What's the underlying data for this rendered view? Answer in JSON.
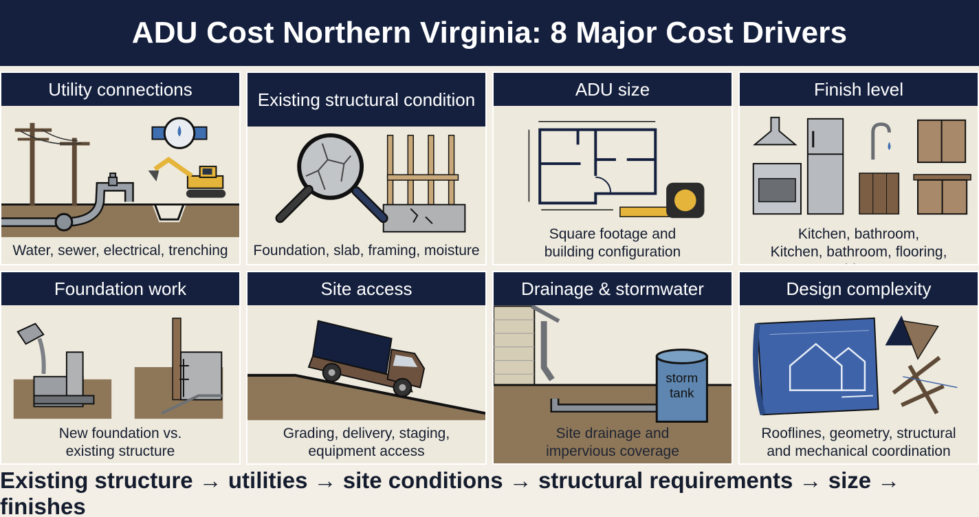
{
  "title": "ADU Cost Northern Virginia: 8 Major Cost Drivers",
  "cards": [
    {
      "title": "Utility connections",
      "caption": "Water, sewer, electrical, trenching",
      "icon": "utility-connections-illustration"
    },
    {
      "title": "Existing structural condition",
      "caption": "Foundation, slab, framing, moisture",
      "icon": "structural-inspection-illustration"
    },
    {
      "title": "ADU size",
      "caption": "Square footage and\nbuilding configuration",
      "icon": "floor-plan-illustration"
    },
    {
      "title": "Finish level",
      "caption": "Kitchen, bathroom,\nKitchen, bathroom, flooring, cabinetry",
      "icon": "kitchen-finishes-illustration"
    },
    {
      "title": "Foundation work",
      "caption": "New foundation vs.\nexisting structure",
      "icon": "foundation-pour-illustration"
    },
    {
      "title": "Site access",
      "caption": "Grading, delivery, staging,\nequipment access",
      "icon": "delivery-truck-slope-illustration"
    },
    {
      "title": "Drainage & stormwater",
      "caption": "Site drainage and\nimpervious coverage",
      "icon": "drainage-storm-tank-illustration",
      "tank_label": "storm\ntank"
    },
    {
      "title": "Design complexity",
      "caption": "Rooflines, geometry, structural\nand mechanical coordination",
      "icon": "blueprint-design-illustration"
    }
  ],
  "footer": "Existing structure → utilities → site conditions → structural requirements → size → finishes",
  "colors": {
    "navy": "#14203e",
    "card_bg": "#ede9dd",
    "soil": "#8e7758",
    "steel": "#8a9097",
    "accent_yellow": "#e5b43a",
    "blueprint": "#3e63a8"
  }
}
